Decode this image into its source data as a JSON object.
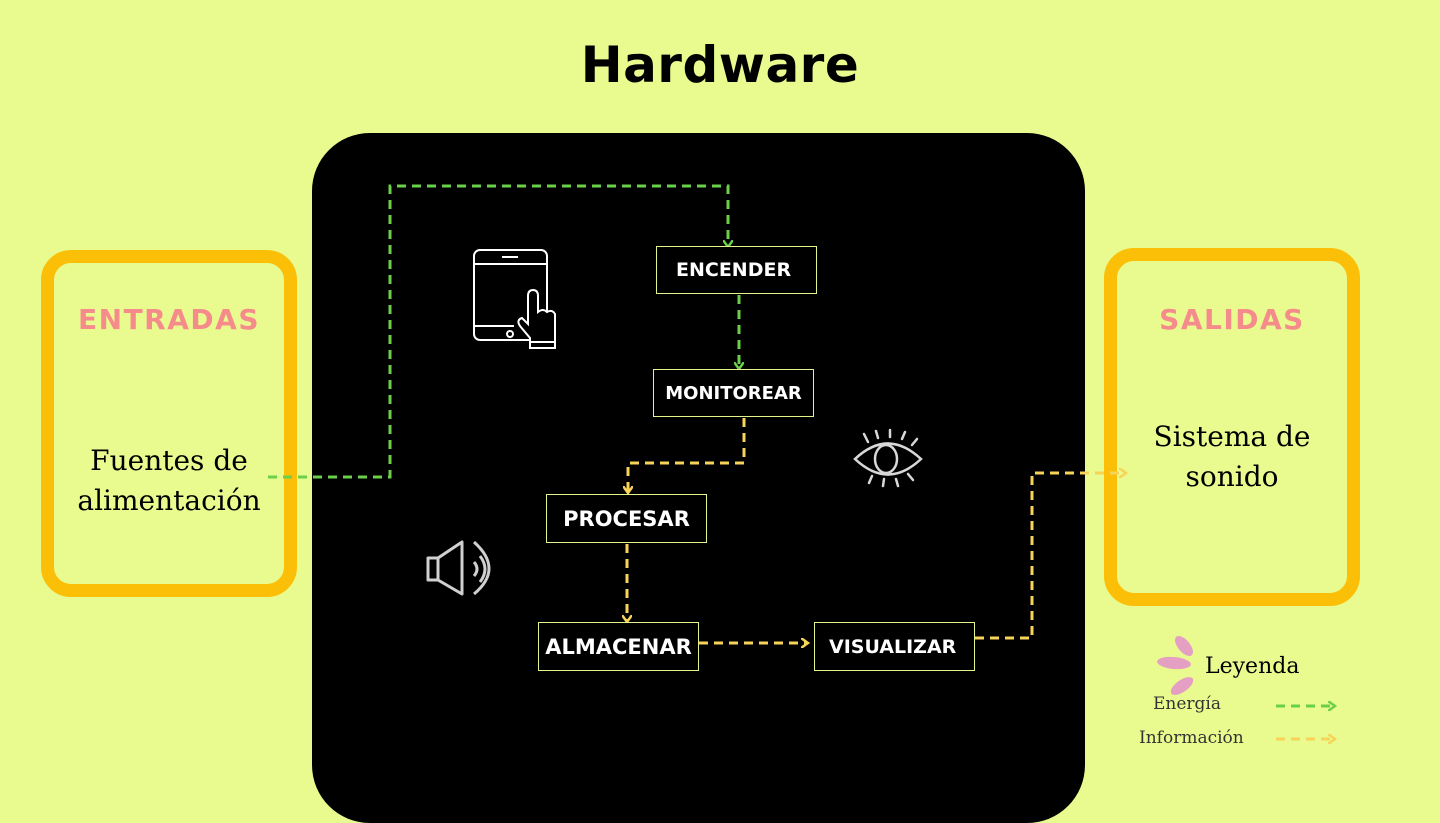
{
  "title": "Hardware",
  "entradas": {
    "heading": "ENTRADAS",
    "text_line1": "Fuentes de",
    "text_line2": "alimentación"
  },
  "salidas": {
    "heading": "SALIDAS",
    "text_line1": "Sistema de",
    "text_line2": "sonido"
  },
  "steps": {
    "encender": "ENCENDER",
    "monitorear": "MONITOREAR",
    "procesar": "PROCESAR",
    "almacenar": "ALMACENAR",
    "visualizar": "VISUALIZAR"
  },
  "icons": [
    "tablet-touch-icon",
    "eye-icon",
    "speaker-icon",
    "petal-icon"
  ],
  "legend": {
    "title": "Leyenda",
    "energia_label": "Energía",
    "informacion_label": "Información"
  },
  "colors": {
    "background": "#e9fb8f",
    "panel": "#000000",
    "frame": "#fbbf08",
    "heading": "#f58b8b",
    "energy_line": "#6ccf4a",
    "info_line": "#f7d358",
    "box_border": "#e5f48a"
  }
}
